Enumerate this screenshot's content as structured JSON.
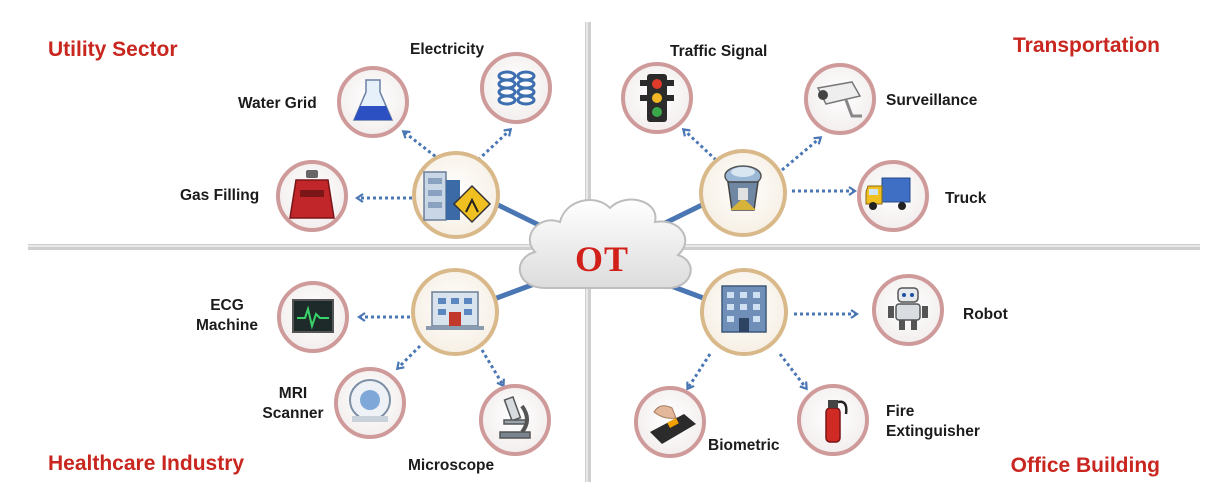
{
  "center": {
    "label": "OT"
  },
  "quadrants": {
    "utility": {
      "title": "Utility Sector",
      "hub_icon": "power-plant-icon",
      "nodes": [
        {
          "label": "Electricity",
          "icon": "electric-coil-icon"
        },
        {
          "label": "Water Grid",
          "icon": "water-flask-icon"
        },
        {
          "label": "Gas Filling",
          "icon": "gas-cylinder-icon"
        }
      ]
    },
    "transportation": {
      "title": "Transportation",
      "hub_icon": "traffic-control-icon",
      "nodes": [
        {
          "label": "Traffic Signal",
          "icon": "traffic-light-icon"
        },
        {
          "label": "Surveillance",
          "icon": "security-camera-icon"
        },
        {
          "label": "Truck",
          "icon": "truck-icon"
        }
      ]
    },
    "healthcare": {
      "title": "Healthcare Industry",
      "hub_icon": "hospital-building-icon",
      "nodes": [
        {
          "label_lines": [
            "ECG",
            "Machine"
          ],
          "icon": "ecg-monitor-icon"
        },
        {
          "label_lines": [
            "MRI",
            "Scanner"
          ],
          "icon": "mri-scanner-icon"
        },
        {
          "label": "Microscope",
          "icon": "microscope-icon"
        }
      ]
    },
    "office": {
      "title": "Office Building",
      "hub_icon": "office-building-icon",
      "nodes": [
        {
          "label": "Robot",
          "icon": "robot-icon"
        },
        {
          "label": "Biometric",
          "icon": "fingerprint-scanner-icon"
        },
        {
          "label_lines": [
            "Fire",
            "Extinguisher"
          ],
          "icon": "fire-extinguisher-icon"
        }
      ]
    }
  },
  "colors": {
    "title_red": "#c8261f",
    "ot_red": "#d1201a",
    "ring": "#cf9a9a",
    "connector_blue": "#4a77b4",
    "divider_gray": "#c9c9c9"
  }
}
